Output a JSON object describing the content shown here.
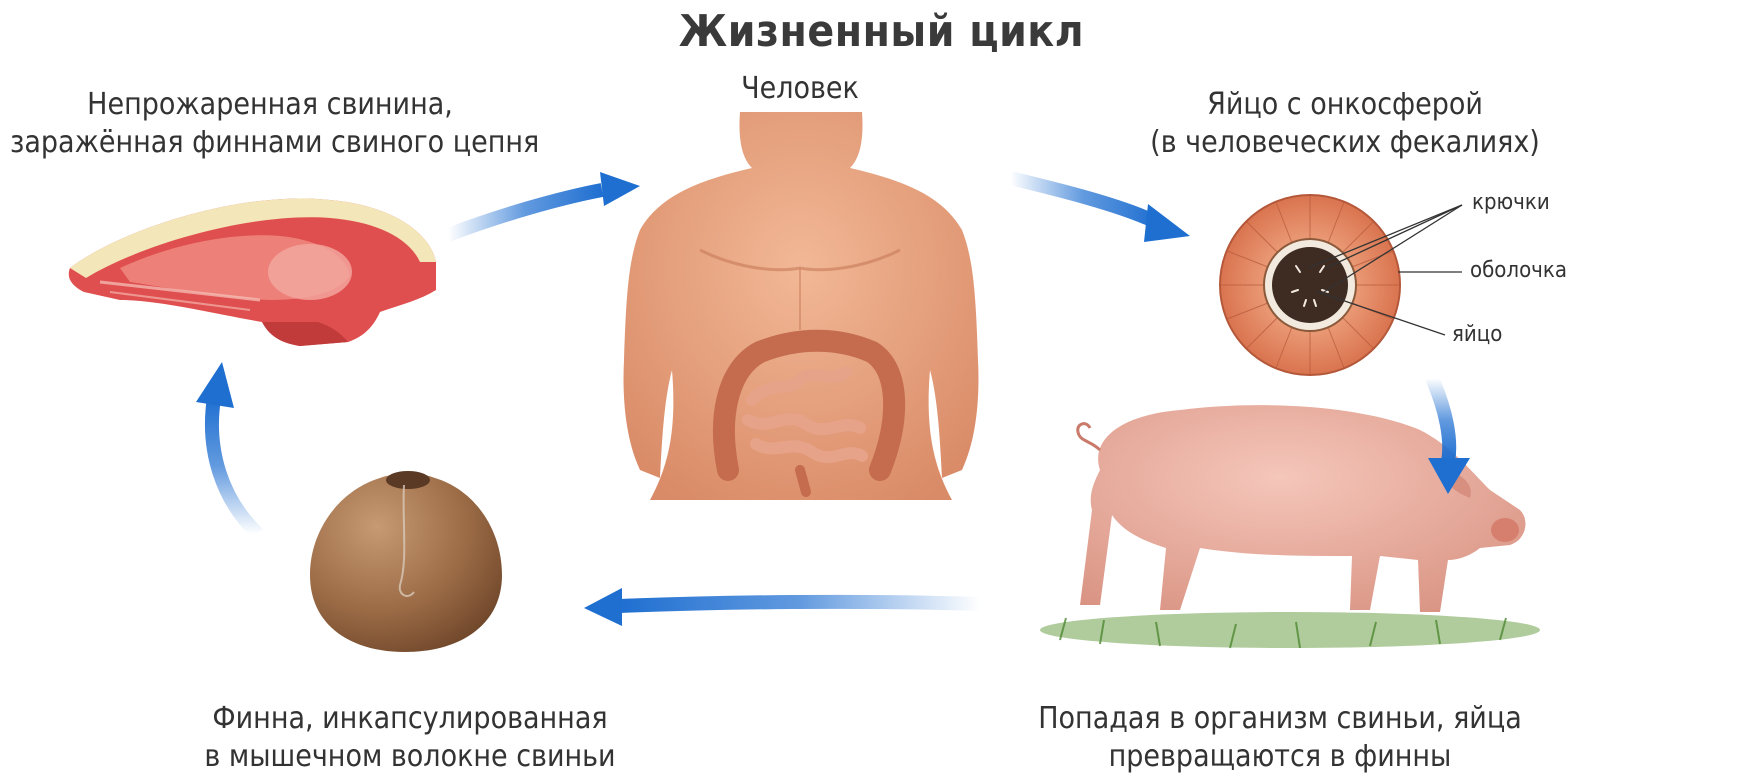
{
  "title": "Жизненный цикл",
  "stages": {
    "human": {
      "label": "Человек"
    },
    "pork": {
      "line1": "Непрожаренная свинина,",
      "line2": "заражённая финнами свиного цепня"
    },
    "egg": {
      "line1": "Яйцо с онкосферой",
      "line2": "(в человеческих фекалиях)",
      "callouts": {
        "hooks": "крючки",
        "shell": "оболочка",
        "egg": "яйцо"
      }
    },
    "pig": {
      "line1": "Попадая в организм свиньи, яйца",
      "line2": "превращаются в финны"
    },
    "cyst": {
      "line1": "Финна, инкапсулированная",
      "line2": "в мышечном волокне свиньи"
    }
  },
  "colors": {
    "arrow": "#1f6fd1",
    "skin": "#e7a07d",
    "intestine": "#d98a6a",
    "pig": "#e6a99a",
    "cyst": "#8a5a3a"
  }
}
